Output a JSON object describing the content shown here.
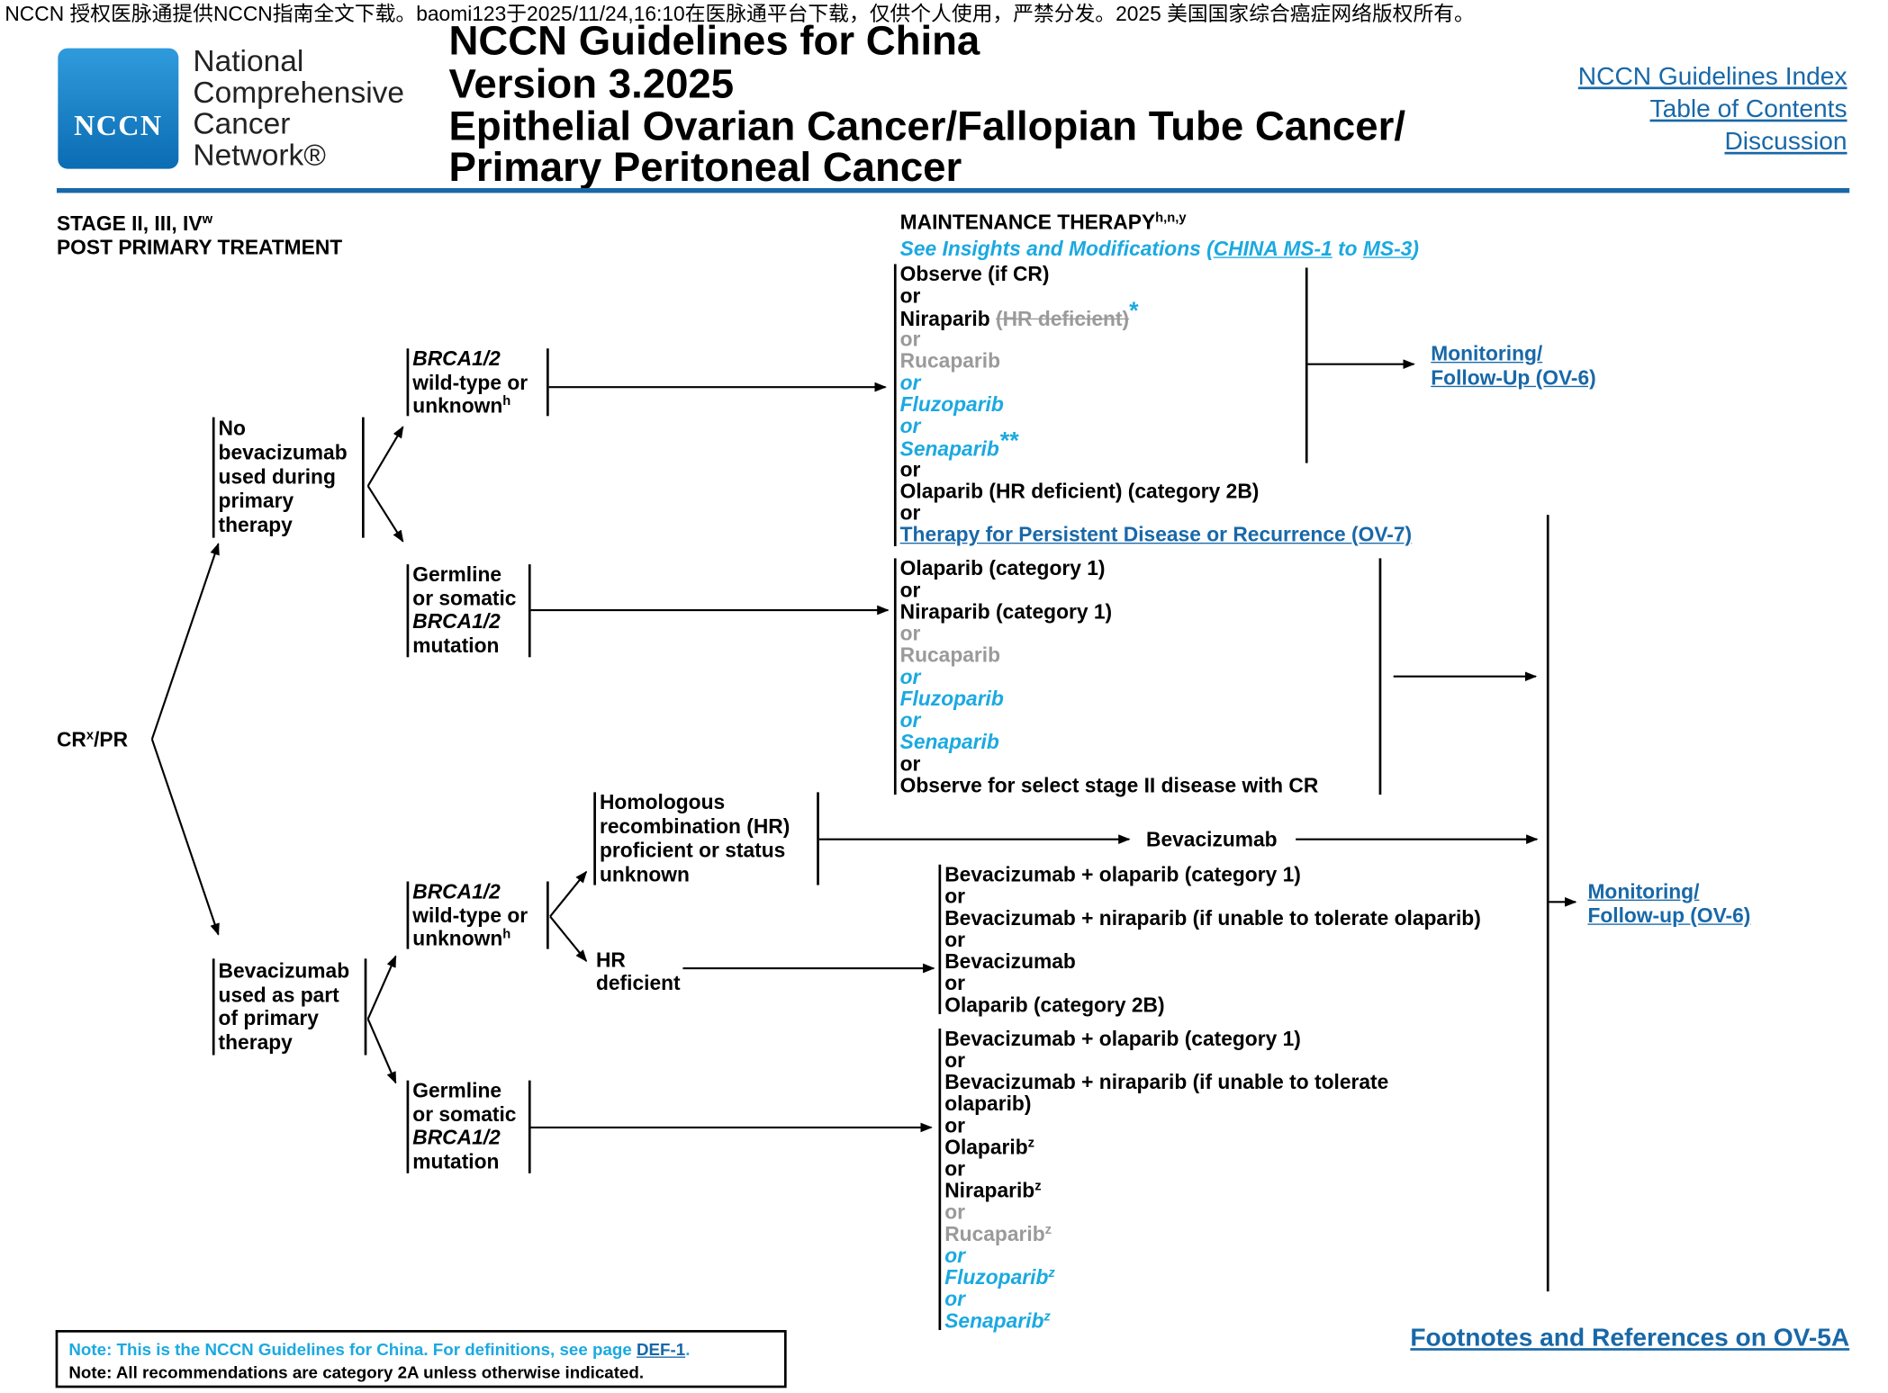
{
  "top_note": "NCCN 授权医脉通提供NCCN指南全文下载。baomi123于2025/11/24,16:10在医脉通平台下载，仅供个人使用，严禁分发。2025 美国国家综合癌症网络版权所有。",
  "header": {
    "logo_text": "NCCN",
    "org_lines": [
      "National",
      "Comprehensive",
      "Cancer",
      "Network®"
    ],
    "title_line1": "NCCN Guidelines for China",
    "title_line2": "Version 3.2025",
    "title_line3": "Epithelial Ovarian Cancer/Fallopian Tube Cancer/",
    "title_line4": "Primary Peritoneal Cancer",
    "nav": [
      "NCCN Guidelines Index",
      "Table of Contents",
      "Discussion"
    ]
  },
  "left_header": {
    "line1": "STAGE II, III, IV",
    "line1_sup": "w",
    "line2": "POST PRIMARY TREATMENT"
  },
  "maint_header": {
    "text": "MAINTENANCE THERAPY",
    "sup": "h,n,y",
    "insight_prefix": "See Insights and Modifications (",
    "insight_link1": "CHINA MS-1",
    "insight_mid": " to ",
    "insight_link2": "MS-3",
    "insight_suffix": ")"
  },
  "root": {
    "text": "CR",
    "sup": "x",
    "suffix": "/PR"
  },
  "nodes": {
    "no_bev": [
      "No",
      "bevacizumab",
      "used during",
      "primary",
      "therapy"
    ],
    "bev_used": [
      "Bevacizumab",
      "used as part",
      "of primary",
      "therapy"
    ],
    "brca_wt1": {
      "l1": "BRCA1/2",
      "l2": "wild-type or",
      "l3": "unknown",
      "sup": "h"
    },
    "germ1": {
      "l1": "Germline",
      "l2": "or somatic",
      "l3": "BRCA1/2",
      "l4": "mutation"
    },
    "brca_wt2": {
      "l1": "BRCA1/2",
      "l2": "wild-type or",
      "l3": "unknown",
      "sup": "h"
    },
    "germ2": {
      "l1": "Germline",
      "l2": "or somatic",
      "l3": "BRCA1/2",
      "l4": "mutation"
    },
    "hr_prof": [
      "Homologous",
      "recombination (HR)",
      "proficient or status",
      "unknown"
    ],
    "hr_def": [
      "HR",
      "deficient"
    ],
    "bev_only": "Bevacizumab"
  },
  "box1": {
    "observe": "Observe (if CR)",
    "or": "or",
    "niraparib": "Niraparib",
    "hr_def_struck": "(HR deficient)",
    "star1": "*",
    "rucaparib": "Rucaparib",
    "fluzoparib": "Fluzoparib",
    "senaparib": "Senaparib",
    "star2": "**",
    "olaparib": "Olaparib (HR deficient) (category 2B)",
    "therapy_link": "Therapy for Persistent Disease or Recurrence (OV-7)"
  },
  "box2": {
    "olaparib": "Olaparib (category 1)",
    "niraparib": "Niraparib (category 1)",
    "rucaparib": "Rucaparib",
    "fluzoparib": "Fluzoparib",
    "senaparib": "Senaparib",
    "observe": "Observe for select stage II disease with CR",
    "or": "or"
  },
  "box3": {
    "l1": "Bevacizumab + olaparib (category 1)",
    "l2": "Bevacizumab + niraparib (if unable to tolerate olaparib)",
    "l3": "Bevacizumab",
    "l4": "Olaparib (category 2B)",
    "or": "or"
  },
  "box4": {
    "l1": "Bevacizumab + olaparib (category 1)",
    "l2a": "Bevacizumab + niraparib (if unable to tolerate",
    "l2b": "olaparib)",
    "olaparib": "Olaparib",
    "niraparib": "Niraparib",
    "rucaparib": "Rucaparib",
    "fluzoparib": "Fluzoparib",
    "senaparib": "Senaparib",
    "sup": "z",
    "or": "or"
  },
  "follow1": {
    "l1": "Monitoring/",
    "l2": "Follow-Up (OV-6)"
  },
  "follow2": {
    "l1": "Monitoring/",
    "l2": "Follow-up (OV-6)"
  },
  "note": {
    "line1_prefix": "Note: This is the NCCN Guidelines for China. For definitions, see page ",
    "line1_link": "DEF-1",
    "line1_suffix": ".",
    "line2": "Note: All recommendations are category 2A unless otherwise indicated."
  },
  "footref": "Footnotes and References on OV-5A",
  "colors": {
    "nccn_blue": "#1868a8",
    "insight_cyan": "#1ba9e0",
    "removed_gray": "#9a9a9a"
  }
}
